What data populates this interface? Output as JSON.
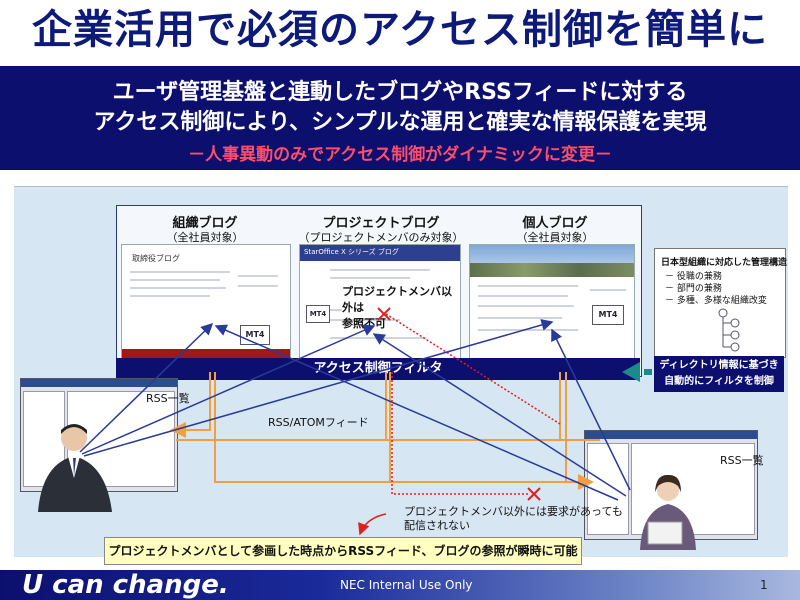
{
  "slide": {
    "title": "企業活用で必須のアクセス制御を簡単に",
    "banner": {
      "line1": "ユーザ管理基盤と連動したブログやRSSフィードに対する",
      "line2": "アクセス制御により、シンプルな運用と確実な情報保護を実現",
      "line3": "－人事異動のみでアクセス制御がダイナミックに変更－"
    }
  },
  "blogs": [
    {
      "title": "組織ブログ",
      "scope": "（全社員対象）",
      "header_text": "取締役ブログ"
    },
    {
      "title": "プロジェクトブログ",
      "scope": "（プロジェクトメンバのみ対象）",
      "header_text": "StarOffice X シリーズ ブログ"
    },
    {
      "title": "個人ブログ",
      "scope": "（全社員対象）",
      "header_text": ""
    }
  ],
  "overlay_note": {
    "line1": "プロジェクトメンバ以外は",
    "line2": "参照不可"
  },
  "filter_label": "アクセス制御フィルタ",
  "directory_box": {
    "heading": "日本型組織に対応した管理構造",
    "items": [
      "－ 役職の兼務",
      "－ 部門の兼務",
      "－ 多種、多様な組織改変"
    ]
  },
  "directory_note": {
    "line1": "ディレクトリ情報に基づき",
    "line2": "自動的にフィルタを制御"
  },
  "labels": {
    "rss_list_left": "RSS一覧",
    "rss_feed": "RSS/ATOMフィード",
    "rss_list_right": "RSS一覧",
    "denied_line1": "プロジェクトメンバ以外には要求があっても",
    "denied_line2": "配信されない"
  },
  "bottom_note": "プロジェクトメンバとして参画した時点からRSSフィード、ブログの参照が瞬時に可能",
  "footer": {
    "brand": "U can change.",
    "classification": "NEC Internal Use Only",
    "page": "1"
  },
  "logo_text": "MT4",
  "colors": {
    "navy": "#0c0f6e",
    "title_blue": "#0d1a7a",
    "accent_red": "#ff4d6a",
    "arrow_orange": "#f0a040",
    "arrow_blue": "#2a3a99",
    "deny_red": "#e02020",
    "panel_bg": "#d7e6f3",
    "note_yellow": "#ffffc0"
  }
}
